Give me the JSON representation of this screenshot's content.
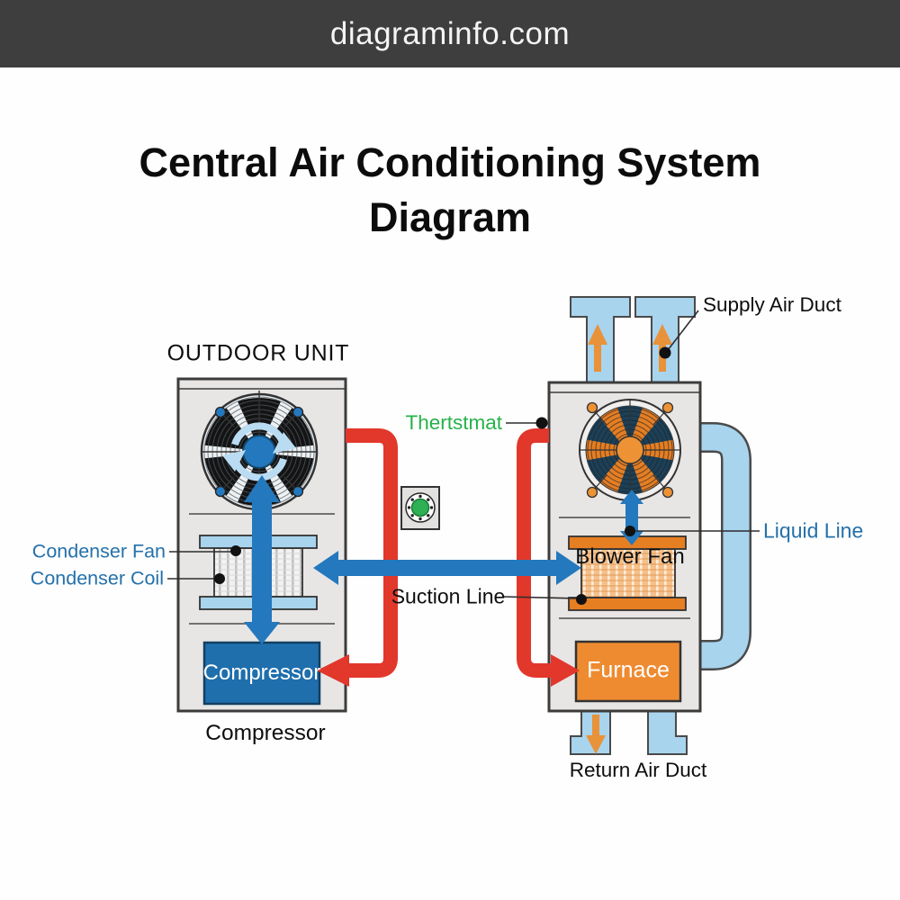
{
  "header": {
    "site_name": "diagraminfo.com"
  },
  "title": {
    "line1": "Central Air Conditioning System",
    "line2": "Diagram"
  },
  "outdoor_unit": {
    "title": "OUTDOOR UNIT",
    "condenser_fan_label": "Condenser Fan",
    "condenser_coil_label": "Condenser Coil",
    "compressor_box_label": "Compressor",
    "compressor_caption": "Compressor"
  },
  "indoor_unit": {
    "blower_fan_label": "Blower Fan",
    "furnace_label": "Furnace",
    "supply_air_duct_label": "Supply Air Duct",
    "return_air_duct_label": "Return Air Duct"
  },
  "connections": {
    "thermostat_label": "Thertstmat",
    "suction_line_label": "Suction Line",
    "liquid_line_label": "Liquid Line"
  },
  "icons": {
    "condenser-fan-icon": "fan-rotor-with-rotation-arrows",
    "blower-fan-icon": "orange-fan-rotor",
    "thermostat-device-icon": "round-dial-green",
    "supply-duct-arrow-icon": "arrow-up",
    "return-duct-arrow-icon": "arrow-down"
  },
  "colors": {
    "header-bg": "#3e3e3e",
    "red-pipe": "#e2372b",
    "blue-arrow": "#2478bd",
    "light-blue": "#a8d4ee",
    "orange": "#e67e22",
    "green-label": "#27b24a",
    "blue-label": "#2471ab",
    "unit-gray": "#e7e6e5",
    "compressor-blue": "#1f6fad",
    "furnace-orange": "#ee8b31"
  }
}
